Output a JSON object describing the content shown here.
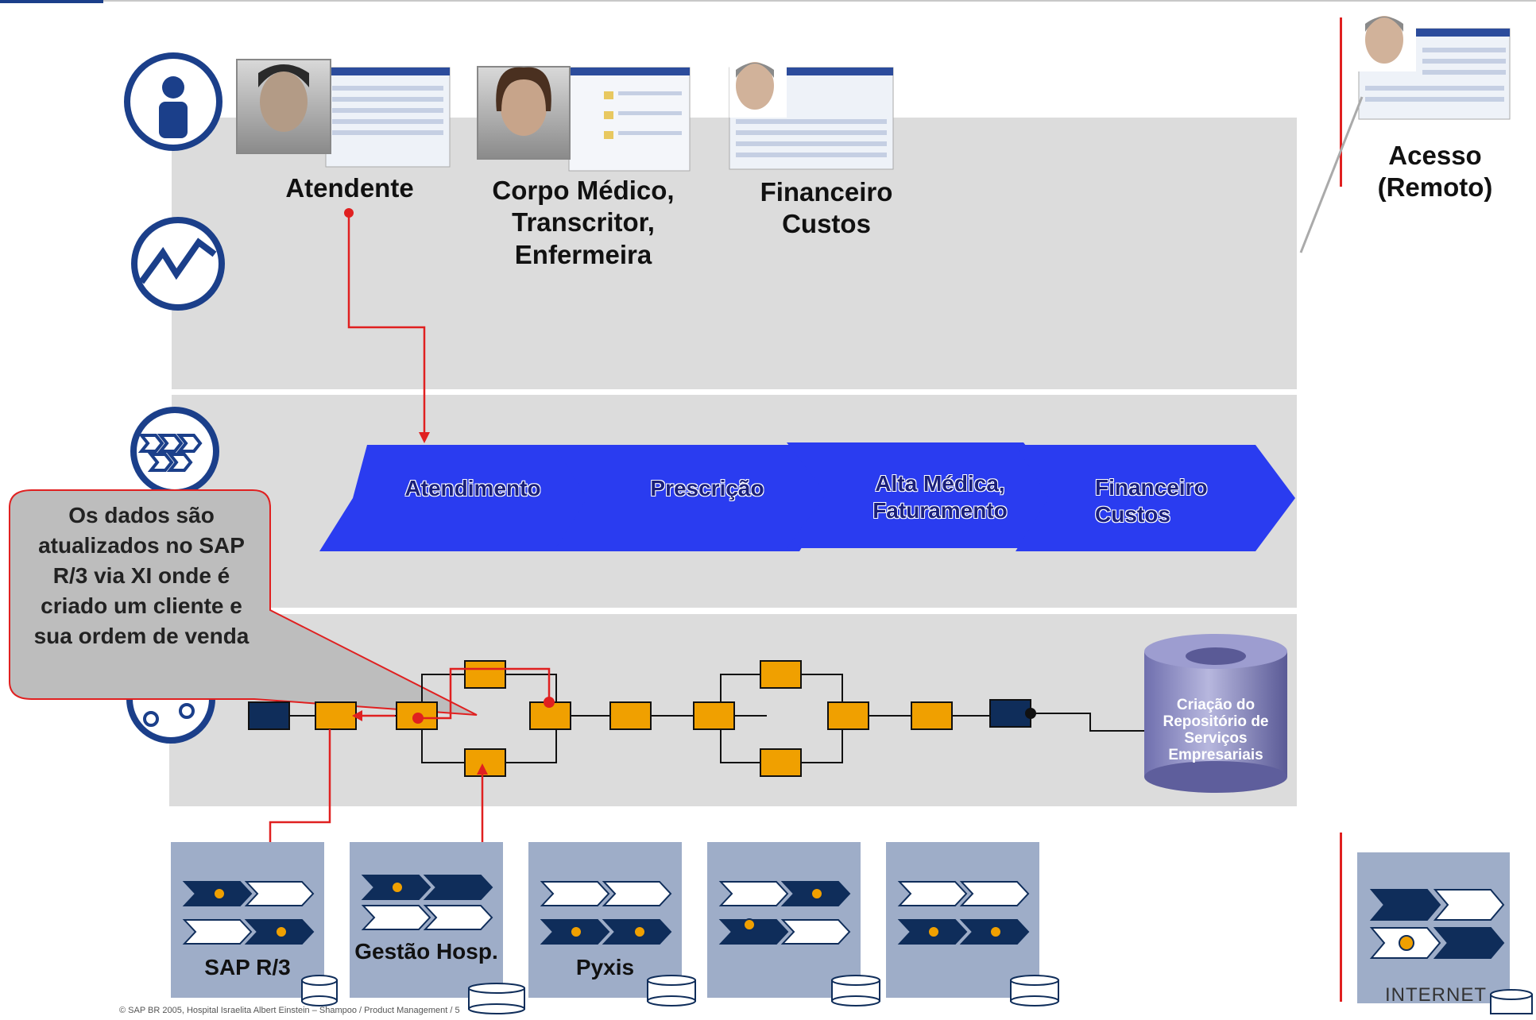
{
  "roles": [
    {
      "label": "Atendente"
    },
    {
      "label": "Corpo Médico, Transcritor, Enfermeira"
    },
    {
      "label": "Financeiro Custos"
    }
  ],
  "remote": {
    "label": "Acesso (Remoto)"
  },
  "process_steps": [
    {
      "label": "Atendimento"
    },
    {
      "label": "Prescrição"
    },
    {
      "label": "Alta Médica, Faturamento"
    },
    {
      "label": "Financeiro Custos"
    }
  ],
  "callout": {
    "text": "Os dados são atualizados no SAP R/3 via XI onde é criado um cliente e sua ordem de venda"
  },
  "repository": {
    "label": "Criação do Repositório de Serviços Empresariais"
  },
  "systems": [
    {
      "label": "SAP R/3"
    },
    {
      "label": "Gestão Hosp."
    },
    {
      "label": "Pyxis"
    },
    {
      "label": ""
    },
    {
      "label": ""
    }
  ],
  "internet": {
    "label": "INTERNET"
  },
  "footer": {
    "text": "© SAP BR 2005, Hospital Israelita Albert Einstein – Shampoo / Product Management / 5"
  },
  "colors": {
    "process_blue": "#2a3cf0",
    "accent_red": "#e02020",
    "node_orange": "#f0a000",
    "node_navy": "#0f2d5a",
    "band_gray": "#dcdcdc",
    "system_box": "#9eadc8"
  }
}
